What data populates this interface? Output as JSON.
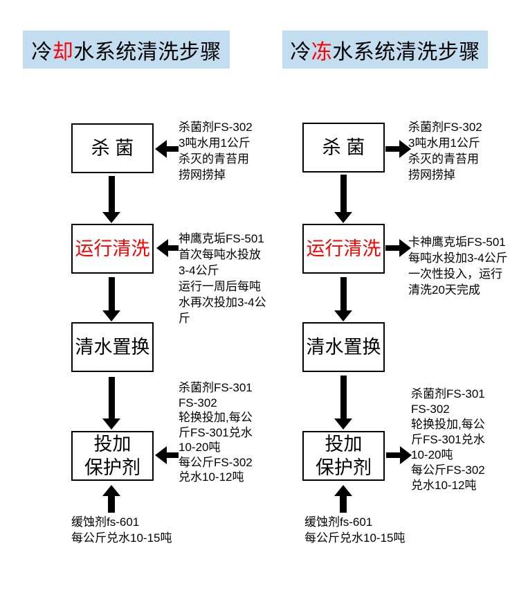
{
  "colors": {
    "title_bg": "#c3ddf0",
    "accent_red": "#ff0000"
  },
  "titles": {
    "left": {
      "prefix": "冷",
      "accent": "却",
      "suffix": "水系统清洗步骤"
    },
    "right": {
      "prefix": "冷",
      "accent": "冻",
      "suffix": "水系统清洗步骤"
    }
  },
  "left": {
    "box1": "杀  菌",
    "box2": "运行清洗",
    "box3": "清水置换",
    "box4": "投加\n保护剂",
    "note1": "杀菌剂FS-302\n3吨水用1公斤\n杀灭的青苔用\n捞网捞掉",
    "note2": "神鹰克垢FS-501\n首次每吨水投放\n3-4公斤\n运行一周后每吨\n水再次投加3-4公\n斤",
    "note3": "杀菌剂FS-301\nFS-302\n轮换投加,每公\n斤FS-301兑水\n10-20吨\n每公斤FS-302\n兑水10-12吨",
    "note4": "缓蚀剂fs-601\n每公斤兑水10-15吨"
  },
  "right": {
    "box1": "杀  菌",
    "box2": "运行清洗",
    "box3": "清水置换",
    "box4": "投加\n保护剂",
    "note1": "杀菌剂FS-302\n3吨水用1公斤\n杀灭的青苔用\n捞网捞掉",
    "note2": "卡神鹰克垢FS-501\n每吨水投加3-4公斤\n一次性投入，运行\n清洗20天完成",
    "note3": "杀菌剂FS-301\nFS-302\n轮换投加,每公\n斤FS-301兑水\n10-20吨\n每公斤FS-302\n兑水10-12吨",
    "note4": "缓蚀剂fs-601\n每公斤兑水10-15吨"
  }
}
